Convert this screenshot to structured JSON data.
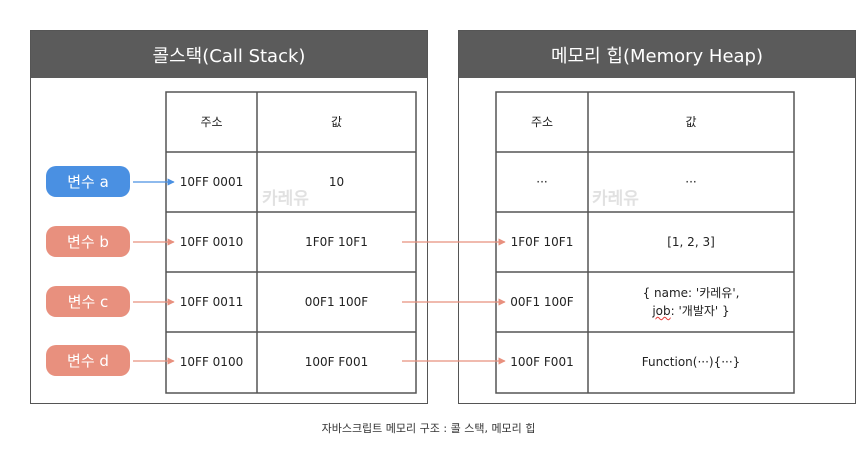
{
  "call_stack": {
    "title": "콜스택(Call Stack)",
    "header_address": "주소",
    "header_value": "값",
    "rows": [
      {
        "address": "10FF 0001",
        "value": "10"
      },
      {
        "address": "10FF 0010",
        "value": "1F0F 10F1"
      },
      {
        "address": "10FF 0011",
        "value": "00F1 100F"
      },
      {
        "address": "10FF 0100",
        "value": "100F F001"
      }
    ]
  },
  "memory_heap": {
    "title": "메모리 힙(Memory Heap)",
    "header_address": "주소",
    "header_value": "값",
    "rows": [
      {
        "address": "···",
        "value": "···"
      },
      {
        "address": "1F0F 10F1",
        "value": "[1, 2, 3]"
      },
      {
        "address": "00F1 100F",
        "value_line1": "{ name: '카레유',",
        "value_line2_prefix": "job",
        "value_line2_rest": ": '개발자' }"
      },
      {
        "address": "100F F001",
        "value": "Function(···){···}"
      }
    ]
  },
  "variables": [
    {
      "label": "변수 a",
      "color": "#4a90e2"
    },
    {
      "label": "변수 b",
      "color": "#e8907e"
    },
    {
      "label": "변수 c",
      "color": "#e8907e"
    },
    {
      "label": "변수 d",
      "color": "#e8907e"
    }
  ],
  "watermark": "카레유",
  "caption": "자바스크립트 메모리 구조 : 콜 스택, 메모리 힙",
  "colors": {
    "header_bg": "#5b5b5b",
    "arrow_blue": "#4a90e2",
    "arrow_pink": "#e8907e",
    "border": "#555555"
  }
}
